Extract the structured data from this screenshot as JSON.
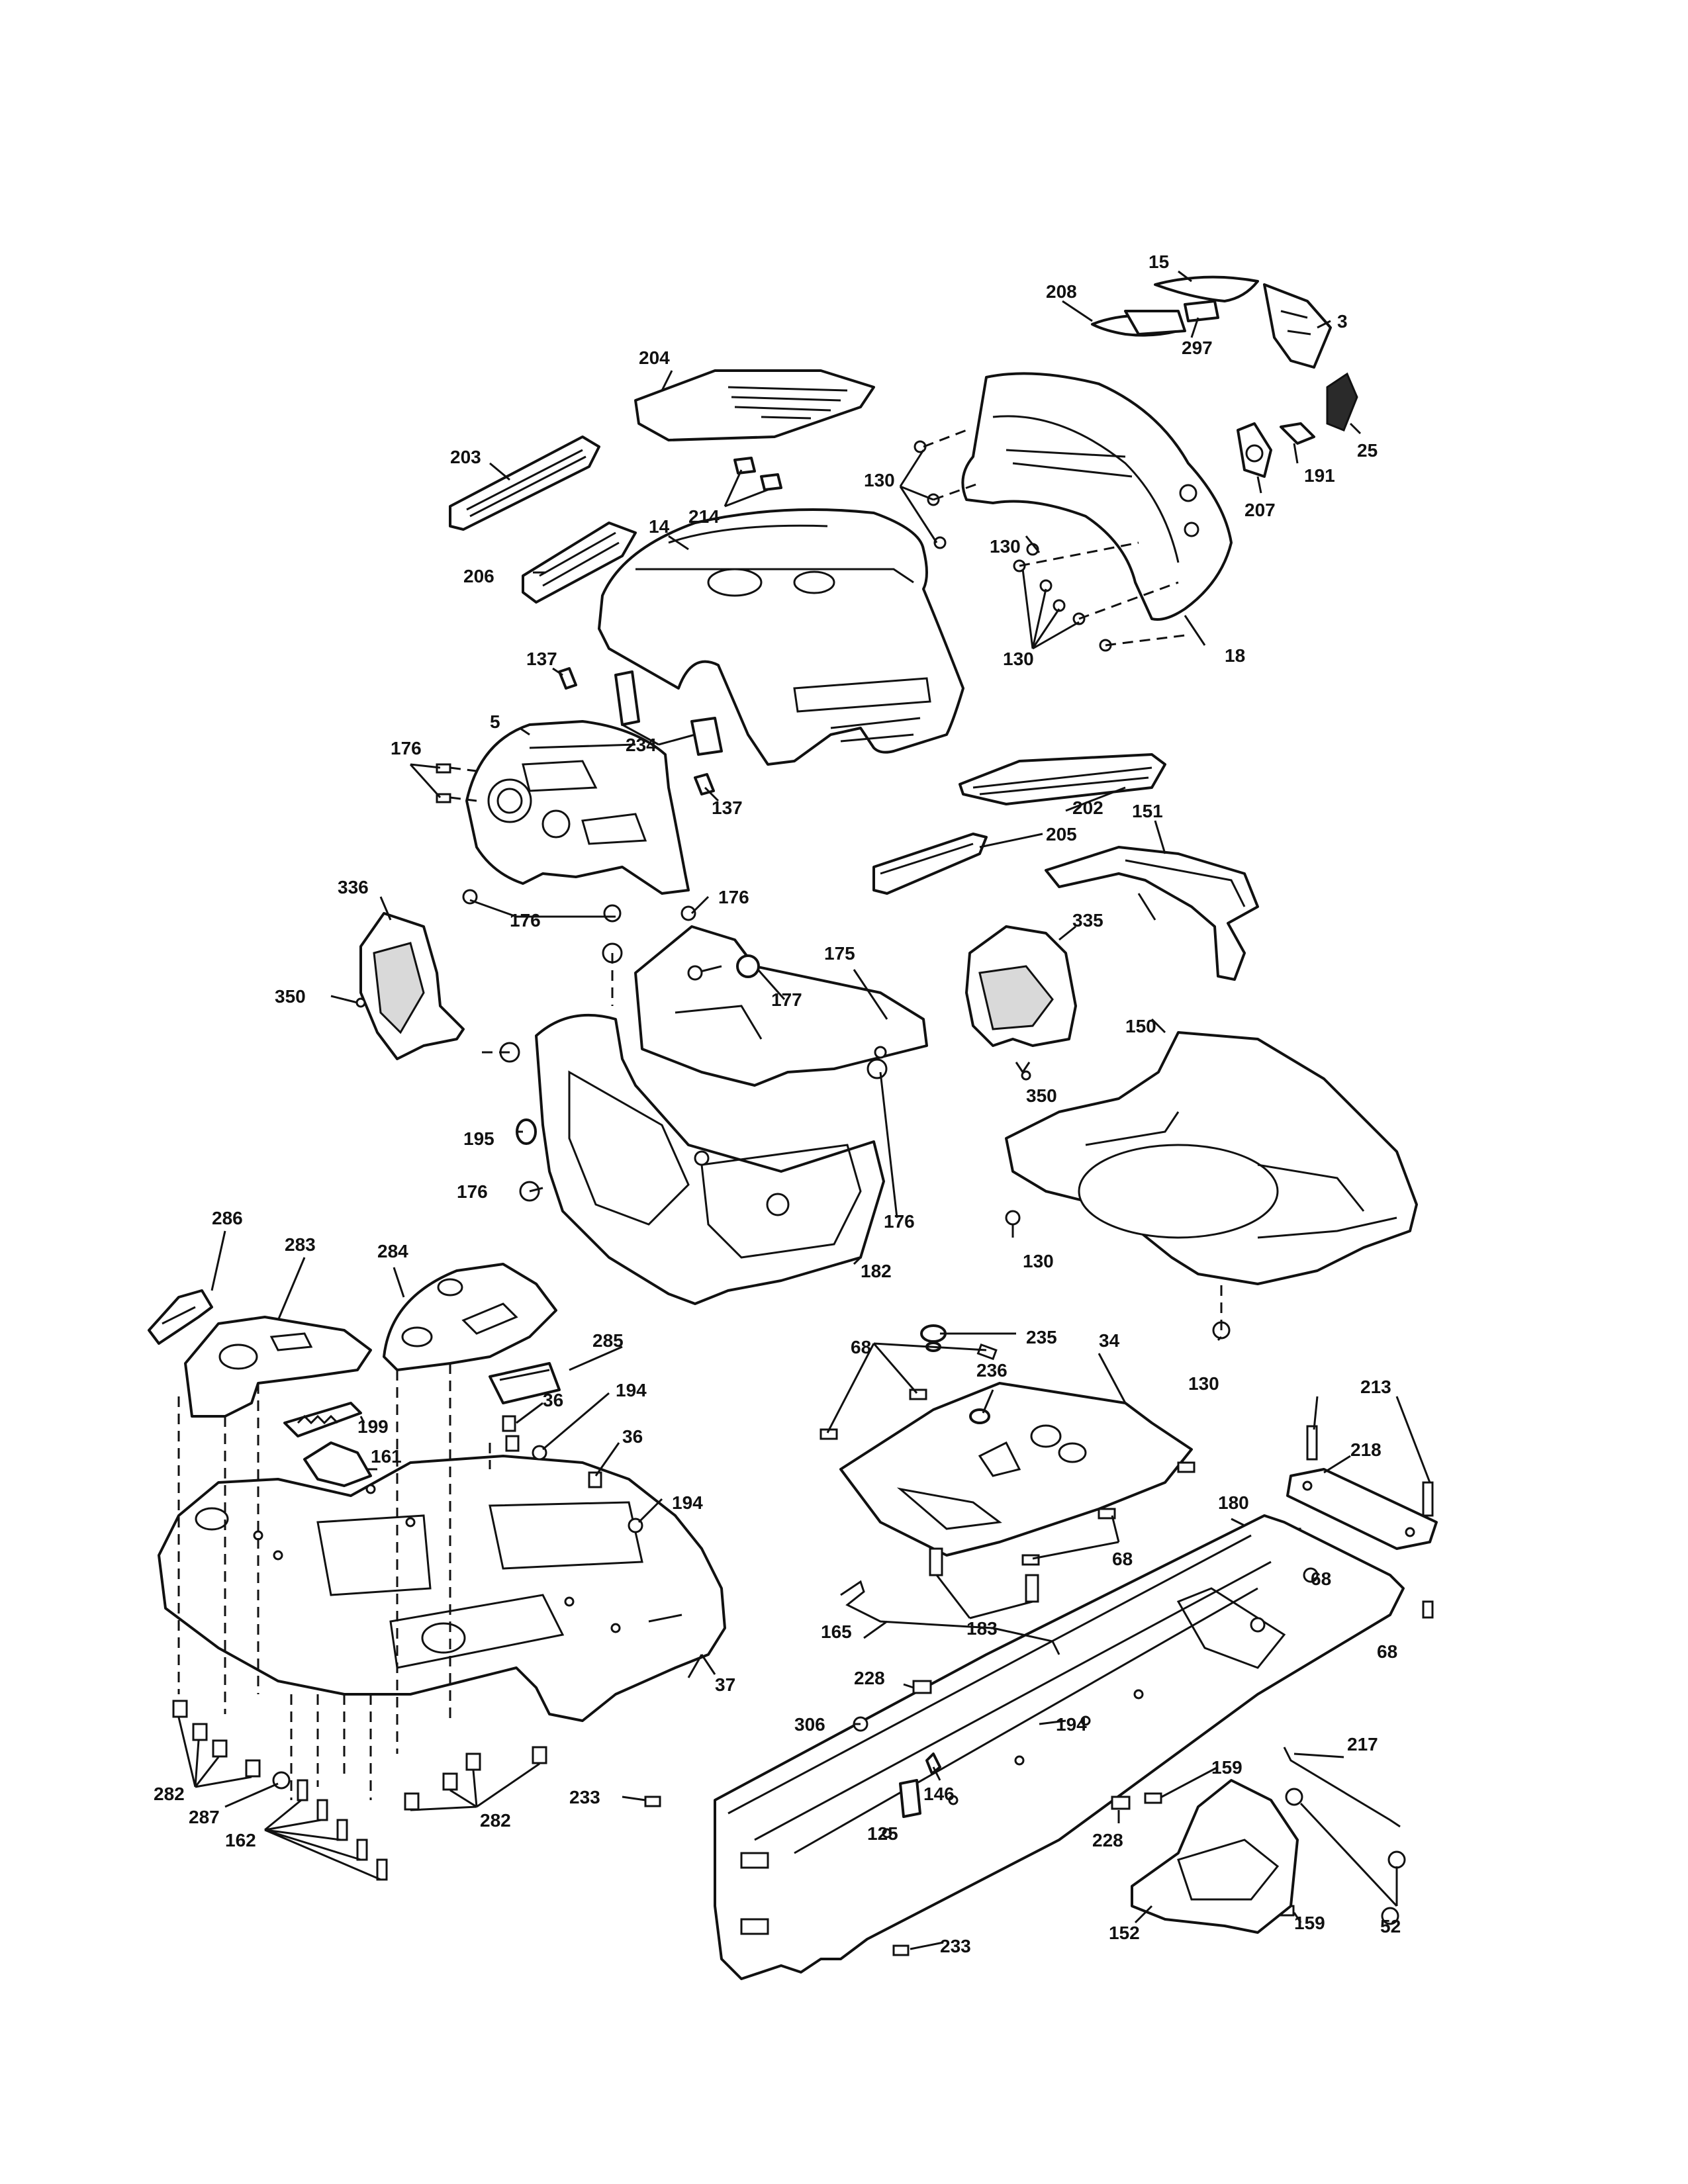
{
  "callouts": {
    "c15": "15",
    "c208": "208",
    "c3": "3",
    "c297": "297",
    "c204": "204",
    "c25": "25",
    "c207": "207",
    "c191": "191",
    "c203": "203",
    "c130": "130",
    "c214": "214",
    "c14": "14",
    "c206": "206",
    "c18": "18",
    "c137": "137",
    "c5": "5",
    "c234": "234",
    "c176": "176",
    "c202": "202",
    "c205": "205",
    "c151": "151",
    "c336": "336",
    "c175": "175",
    "c177": "177",
    "c335": "335",
    "c350": "350",
    "c150": "150",
    "c195": "195",
    "c182": "182",
    "c286": "286",
    "c283": "283",
    "c284": "284",
    "c285": "285",
    "c68": "68",
    "c235": "235",
    "c34": "34",
    "c236": "236",
    "c36": "36",
    "c194": "194",
    "c199": "199",
    "c161": "161",
    "c213": "213",
    "c218": "218",
    "c180": "180",
    "c183": "183",
    "c165": "165",
    "c37": "37",
    "c228": "228",
    "c306": "306",
    "c217": "217",
    "c159": "159",
    "c146": "146",
    "c233": "233",
    "c125": "125",
    "c52": "52",
    "c282": "282",
    "c287": "287",
    "c162": "162",
    "c152": "152"
  }
}
